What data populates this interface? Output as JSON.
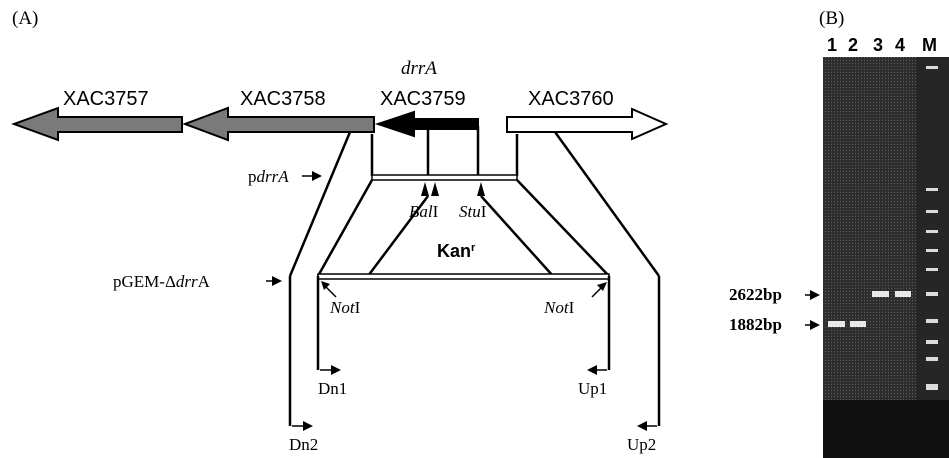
{
  "panel_a": {
    "label": "(A)",
    "genes": [
      {
        "name": "XAC3757",
        "fill": "#7a7a7a"
      },
      {
        "name": "XAC3758",
        "fill": "#7a7a7a"
      },
      {
        "name": "XAC3759",
        "fill": "#000000"
      },
      {
        "name": "XAC3760",
        "fill": "#ffffff"
      }
    ],
    "drrA": "drrA",
    "pdrrA": {
      "prefix": "p",
      "italic": "drrA"
    },
    "pGEM": {
      "prefix": "pGEM-Δ",
      "italic": "drr",
      "suffix": "A"
    },
    "balI": {
      "italic": "Bal",
      "suffix": "I"
    },
    "stuI": {
      "italic": "Stu",
      "suffix": "I"
    },
    "notI": {
      "italic": "Not",
      "suffix": "I"
    },
    "kan": {
      "base": "Kan",
      "sup": "r"
    },
    "primers": {
      "dn1": "Dn1",
      "dn2": "Dn2",
      "up1": "Up1",
      "up2": "Up2"
    }
  },
  "panel_b": {
    "label": "(B)",
    "lanes": [
      "1",
      "2",
      "3",
      "4",
      "M"
    ],
    "markers": [
      "2622bp",
      "1882bp"
    ],
    "colors": {
      "gel": "#3a3a3a",
      "band": "#e8e8e8"
    }
  }
}
